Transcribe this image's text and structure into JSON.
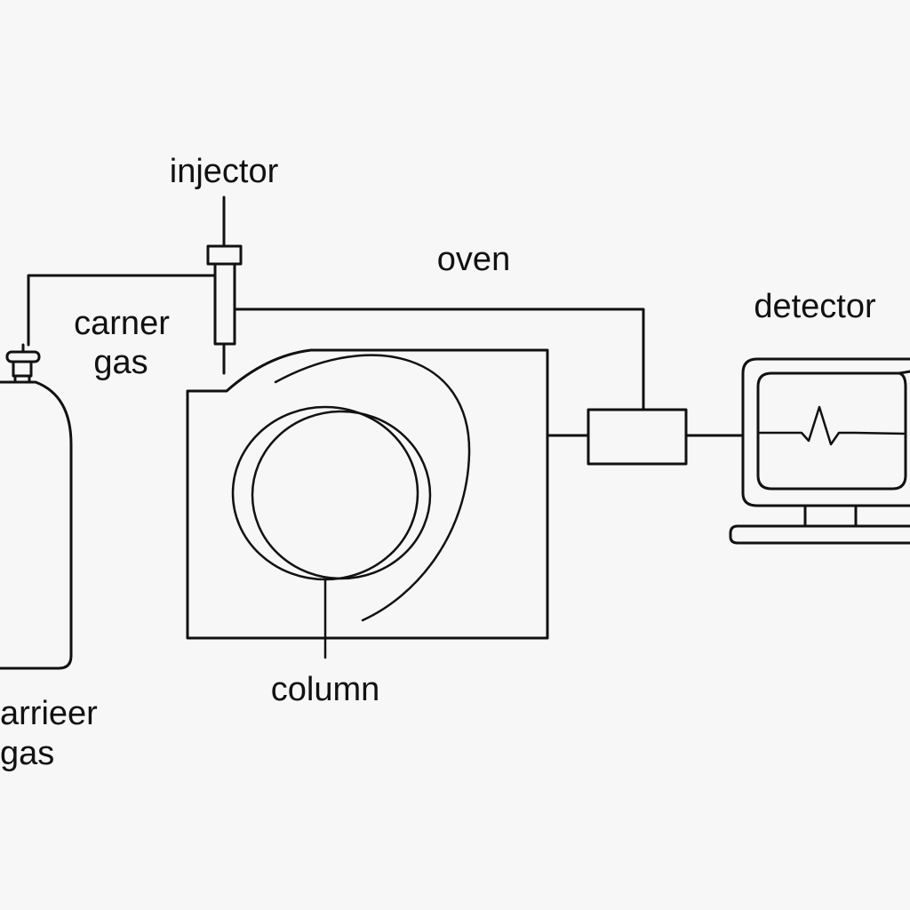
{
  "labels": {
    "injector": "injector",
    "oven": "oven",
    "detector": "detector",
    "carrier_gas_top_line1": "carner",
    "carrier_gas_top_line2": "gas",
    "carrier_gas_bottom_line1": "arrieer",
    "carrier_gas_bottom_line2": "gas",
    "column": "column"
  },
  "colors": {
    "line": "#111111",
    "background": "#f7f7f7"
  },
  "icons": {
    "gas_cylinder": "gas-cylinder-icon",
    "injector": "syringe-icon",
    "detector_monitor": "monitor-icon"
  }
}
